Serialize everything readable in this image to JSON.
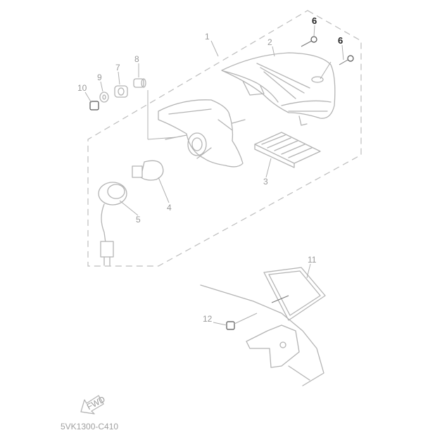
{
  "diagram": {
    "code": "5VK1300-C410",
    "fwd_label": "FWD",
    "parts": [
      {
        "label": "1"
      },
      {
        "label": "2"
      },
      {
        "label": "6"
      },
      {
        "label": "6"
      },
      {
        "label": "8"
      },
      {
        "label": "7"
      },
      {
        "label": "9"
      },
      {
        "label": "10"
      },
      {
        "label": "3"
      },
      {
        "label": "4"
      },
      {
        "label": "5"
      },
      {
        "label": "11"
      },
      {
        "label": "12"
      }
    ]
  }
}
